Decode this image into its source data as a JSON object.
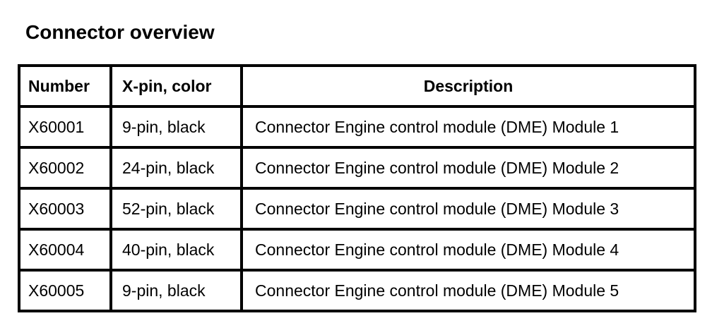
{
  "page": {
    "title": "Connector overview",
    "background_color": "#ffffff",
    "text_color": "#000000",
    "border_color": "#000000"
  },
  "table": {
    "columns": [
      {
        "key": "number",
        "label": "Number",
        "align": "left"
      },
      {
        "key": "xpin",
        "label": "X-pin, color",
        "align": "left"
      },
      {
        "key": "description",
        "label": "Description",
        "align": "center"
      }
    ],
    "rows": [
      {
        "number": "X60001",
        "xpin": "9-pin, black",
        "description": "Connector Engine control module (DME) Module 1"
      },
      {
        "number": "X60002",
        "xpin": "24-pin, black",
        "description": "Connector Engine control module (DME) Module 2"
      },
      {
        "number": "X60003",
        "xpin": "52-pin, black",
        "description": "Connector Engine control module (DME) Module 3"
      },
      {
        "number": "X60004",
        "xpin": "40-pin, black",
        "description": "Connector Engine control module (DME) Module 4"
      },
      {
        "number": "X60005",
        "xpin": "9-pin, black",
        "description": "Connector Engine control module (DME) Module 5"
      }
    ]
  }
}
